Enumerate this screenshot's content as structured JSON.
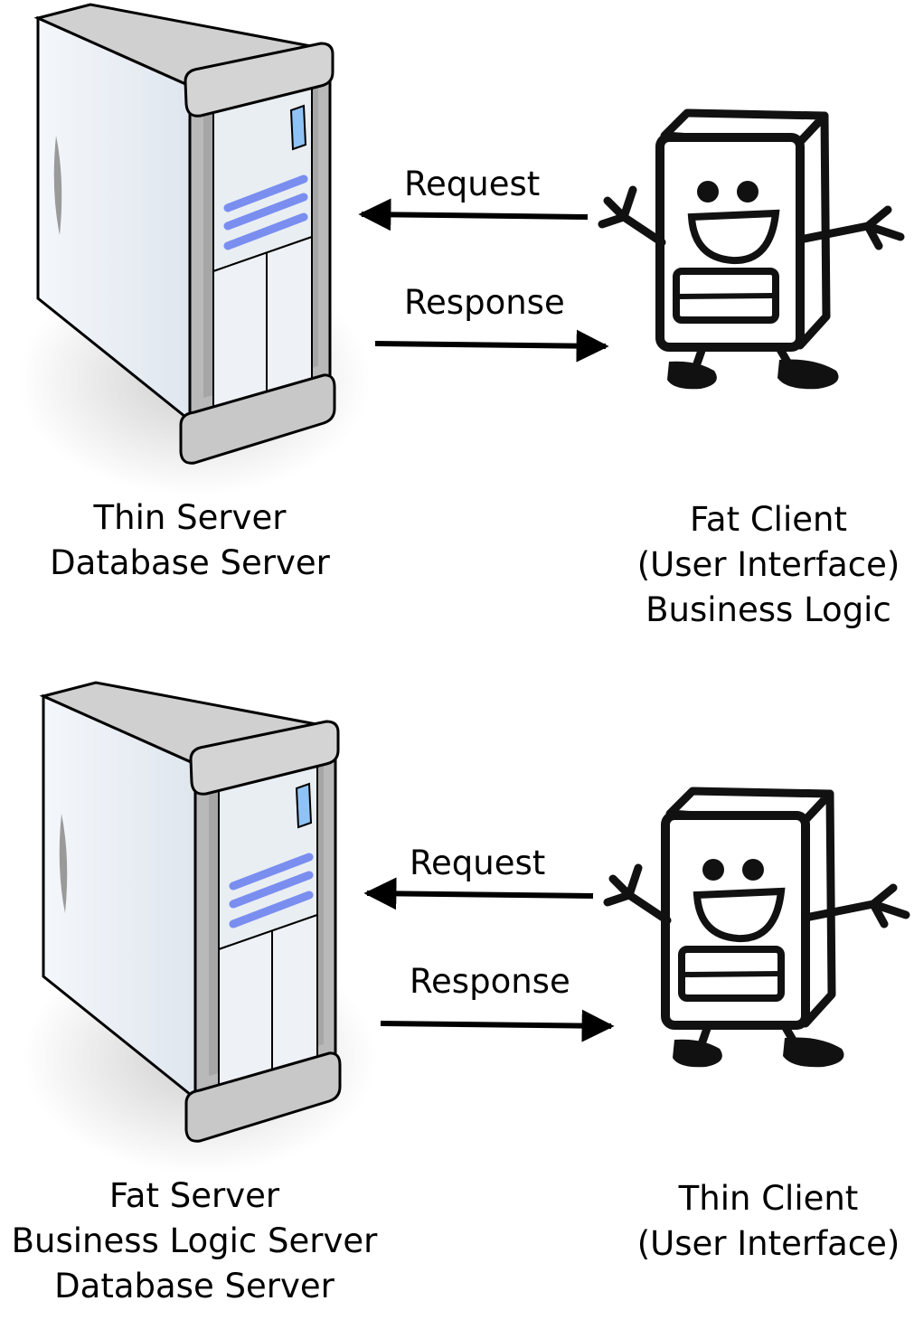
{
  "panels": [
    {
      "request_label": "Request",
      "response_label": "Response",
      "server_lines": [
        "Thin Server",
        "Database Server"
      ],
      "client_lines": [
        "Fat Client",
        "(User Interface)",
        "Business Logic"
      ]
    },
    {
      "request_label": "Request",
      "response_label": "Response",
      "server_lines": [
        "Fat Server",
        "Business Logic Server",
        "Database Server"
      ],
      "client_lines": [
        "Thin Client",
        "(User Interface)"
      ]
    }
  ],
  "colors": {
    "server_body": "#e8eef5",
    "server_frame": "#b4b4b4",
    "server_stripes": "#7a8ef0",
    "server_switch": "#8fc3f5",
    "shadow": "#d6d6d6",
    "client_outline": "#111111"
  },
  "icons": [
    "server-tower-icon",
    "client-computer-character-icon"
  ]
}
